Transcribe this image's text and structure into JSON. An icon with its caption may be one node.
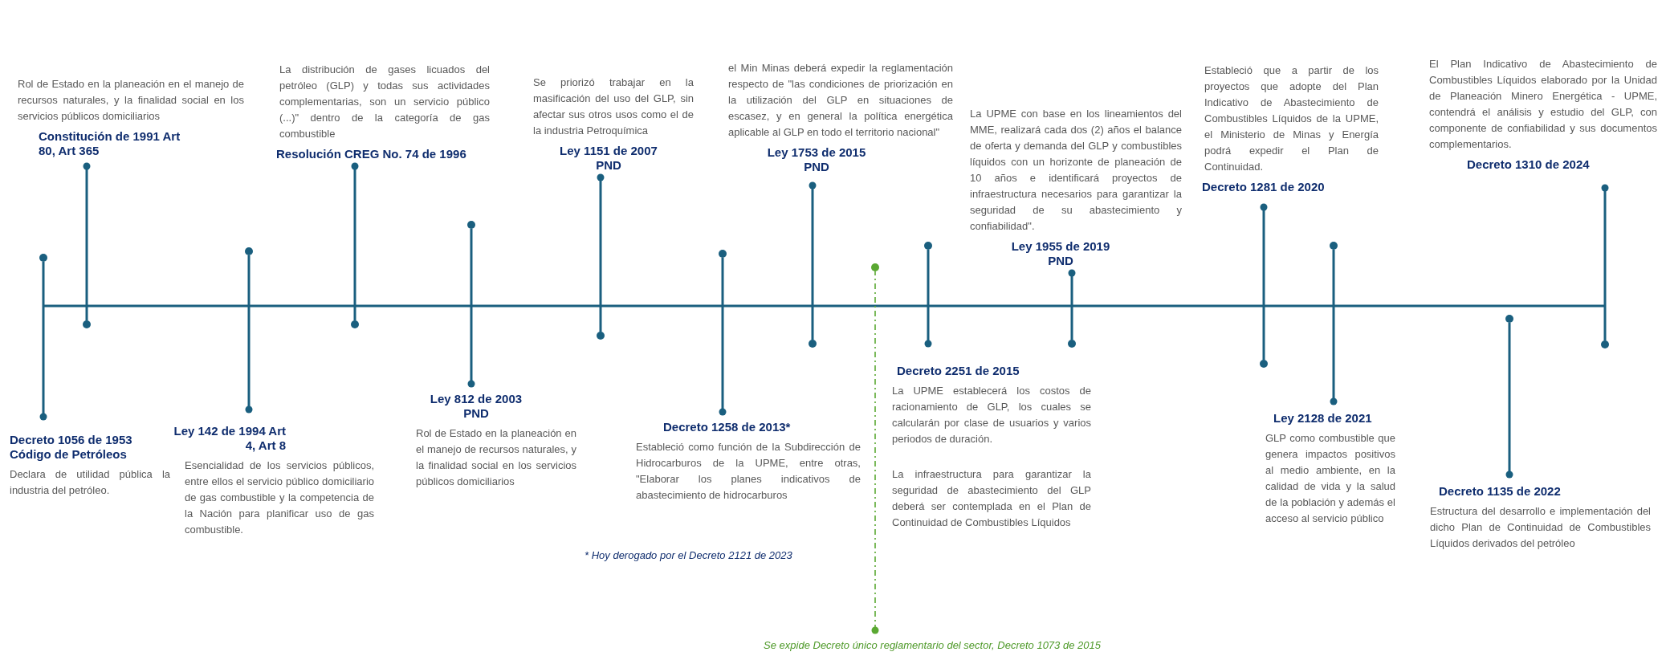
{
  "diagram": {
    "nodes": [
      {
        "text": [
          "Decreto 1056 de 1953 Código de Petróleos",
          "Declara de utilidad pública la industria del petróleo."
        ]
      },
      {
        "text": [
          "Rol de Estado en la planeación en el manejo de recursos naturales, y la finalidad social en los servicios públicos domiciliarios",
          "Constitución de 1991 Art 80, Art 365"
        ]
      },
      {
        "text": [
          "Ley 142 de 1994 Art 4, Art 8",
          "Esencialidad de los servicios públicos, entre ellos el servicio público domiciliario de gas combustible y la competencia de la Nación para planificar uso de gas combustible."
        ]
      },
      {
        "text": [
          "La distribución de gases licuados del petróleo (GLP) y todas sus actividades complementarias, son un servicio público (...)\" dentro de la categoría de gas combustible",
          "Resolución CREG No. 74 de 1996"
        ]
      },
      {
        "text": [
          "Ley 812 de 2003 PND",
          "Rol de Estado en la planeación en el manejo de recursos naturales, y la finalidad social en los servicios públicos domiciliarios"
        ]
      },
      {
        "text": [
          "Se priorizó trabajar en la masificación del uso del GLP, sin afectar sus otros usos como el de la industria Petroquímica",
          "Ley 1151 de 2007 PND"
        ]
      },
      {
        "text": [
          "Decreto 1258 de 2013*",
          "Estableció como función de la Subdirección de Hidrocarburos de la UPME, entre otras, \"Elaborar los planes indicativos de abastecimiento de hidrocarburos"
        ]
      },
      {
        "text": [
          "el Min Minas deberá expedir la reglamentación respecto de \"las condiciones de priorización en la utilización del GLP en situaciones de escasez, y en general la política energética aplicable al GLP en todo el territorio nacional\"",
          "Ley 1753 de 2015 PND"
        ]
      },
      {
        "text": [
          "Se expide Decreto único reglamentario del sector, Decreto 1073 de 2015"
        ]
      },
      {
        "text": [
          "Decreto 2251 de 2015",
          "La UPME establecerá los costos de racionamiento de GLP, los cuales se calcularán por clase de usuarios y varios periodos de duración.",
          "La infraestructura para garantizar la seguridad de abastecimiento del GLP deberá ser contemplada en el Plan de Continuidad de Combustibles Líquidos"
        ]
      },
      {
        "text": [
          "La UPME con base en los lineamientos del MME, realizará cada dos (2) años el balance de oferta y demanda del GLP y combustibles líquidos con un horizonte de planeación de 10 años e identificará proyectos de infraestructura necesarios para garantizar la seguridad de su abastecimiento y confiabilidad\".",
          "Ley 1955 de 2019 PND"
        ]
      },
      {
        "text": [
          "Estableció que a partir de los proyectos que adopte del Plan Indicativo de Abastecimiento de Combustibles Líquidos de la UPME, el Ministerio de Minas y Energía podrá expedir el Plan de Continuidad.",
          "Decreto 1281 de 2020"
        ]
      },
      {
        "text": [
          "Ley 2128 de 2021",
          "GLP como combustible que genera impactos positivos al medio ambiente, en la calidad de vida y la salud de la población y además el acceso al servicio público"
        ]
      },
      {
        "text": [
          "Decreto 1135 de 2022",
          "Estructura del desarrollo e implementación del dicho Plan de Continuidad de Combustibles Líquidos derivados del petróleo"
        ]
      },
      {
        "text": [
          "El Plan Indicativo de Abastecimiento de Combustibles Líquidos elaborado por la Unidad de Planeación Minero Energética - UPME, contendrá el análisis y estudio del GLP, con componente de confiabilidad y sus documentos complementarios.",
          "Decreto 1310 de 2024"
        ]
      },
      {
        "text": [],
        "shape": "circle"
      },
      {
        "text": [],
        "shape": "circle"
      },
      {
        "text": [],
        "shape": "circle"
      },
      {
        "text": [],
        "shape": "circle"
      },
      {
        "text": [],
        "shape": "circle"
      },
      {
        "text": [],
        "shape": "circle"
      },
      {
        "text": [],
        "shape": "circle"
      },
      {
        "text": [],
        "shape": "circle"
      },
      {
        "text": [],
        "shape": "circle"
      },
      {
        "text": [],
        "shape": "circle"
      },
      {
        "text": [],
        "shape": "circle"
      },
      {
        "text": [],
        "shape": "circle"
      },
      {
        "text": [],
        "shape": "circle"
      },
      {
        "text": [],
        "shape": "circle"
      },
      {
        "text": [],
        "shape": "circle"
      }
    ],
    "edges": [
      {
        "from": 0,
        "to": 15,
        "arrow": "other"
      },
      {
        "from": 1,
        "to": 16,
        "arrow": "other"
      },
      {
        "from": 2,
        "to": 17,
        "arrow": "other"
      },
      {
        "from": 3,
        "to": 18,
        "arrow": "other"
      },
      {
        "from": 4,
        "to": 19,
        "arrow": "other"
      },
      {
        "from": 5,
        "to": 20,
        "arrow": "other"
      },
      {
        "from": 6,
        "to": 21,
        "arrow": "other"
      },
      {
        "from": 7,
        "to": 22,
        "arrow": "other"
      },
      {
        "from": 8,
        "to": 23,
        "arrow": "other",
        "style": "dashed",
        "color": "#5aa832"
      },
      {
        "from": 9,
        "to": 24,
        "arrow": "other"
      },
      {
        "from": 10,
        "to": 25,
        "arrow": "other"
      },
      {
        "from": 11,
        "to": 26,
        "arrow": "other"
      },
      {
        "from": 12,
        "to": 27,
        "arrow": "other"
      },
      {
        "from": 13,
        "to": 28,
        "arrow": "other"
      },
      {
        "from": 14,
        "to": 29,
        "arrow": "other"
      }
    ],
    "labels": [
      "* Hoy derogado por el Decreto 2121 de 2023"
    ]
  }
}
